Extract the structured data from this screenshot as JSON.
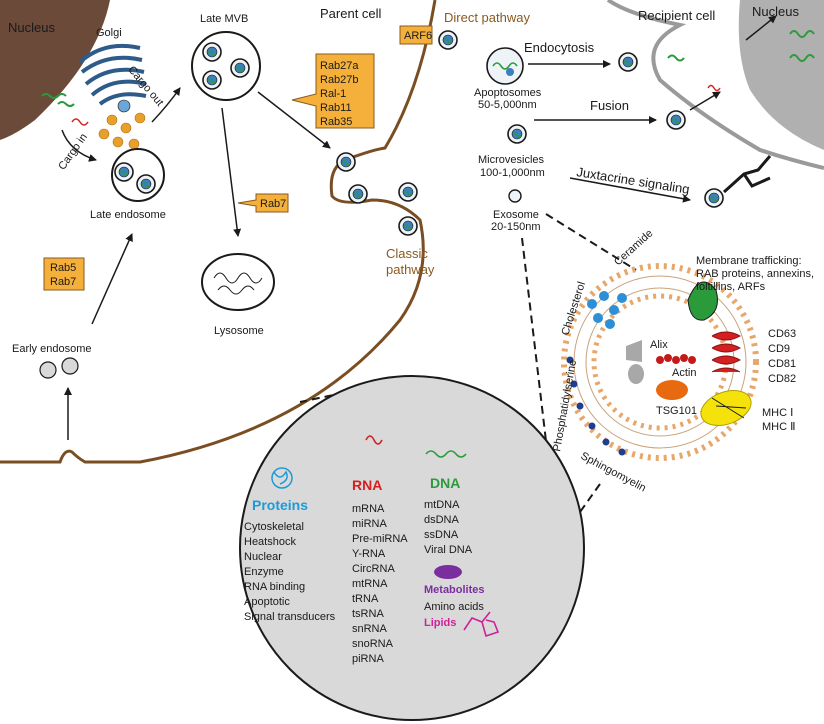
{
  "colors": {
    "nucleus_brown": "#6b4a3a",
    "membrane_brown": "#7a4e22",
    "rab_box_fill": "#f4b03a",
    "vesicle_blue": "#2d6fa8",
    "grey_cargo_circle": "#d9d9d9"
  },
  "labels": {
    "nucleus_left": "Nucleus",
    "golgi": "Golgi",
    "late_mvb": "Late MVB",
    "parent_cell": "Parent cell",
    "arf6": "ARF6",
    "direct_pathway": "Direct pathway",
    "recipient_cell": "Recipient cell",
    "nucleus_right": "Nucleus",
    "cargo_out": "Cargo out",
    "cargo_in": "Cargo in",
    "late_endosome": "Late endosome",
    "rab_mvb": [
      "Rab27a",
      "Rab27b",
      "Ral-1",
      "Rab11",
      "Rab35"
    ],
    "rab7_lys": "Rab7",
    "rab_early": [
      "Rab5",
      "Rab7"
    ],
    "lysosome": "Lysosome",
    "early_endosome": "Early endosome",
    "classic_pathway": [
      "Classic",
      "pathway"
    ],
    "apoptosomes": [
      "Apoptosomes",
      "50-5,000nm"
    ],
    "microvesicles": [
      "Microvesicles",
      "100-1,000nm"
    ],
    "exosome": [
      "Exosome",
      "20-150nm"
    ],
    "endocytosis": "Endocytosis",
    "fusion": "Fusion",
    "juxtacrine": "Juxtacrine signaling",
    "membrane_trafficking": [
      "Membrane trafficking:",
      "RAB proteins, annexins,",
      "foltillins, ARFs"
    ],
    "cholesterol": "Cholesterol",
    "ceramide": "Ceramide",
    "alix": "Alix",
    "actin": "Actin",
    "tsg101": "TSG101",
    "phosphatidylserine": "Phosphatidylserine",
    "sphingomyelin": "Sphingomyelin",
    "tetraspanins": [
      "CD63",
      "CD9",
      "CD81",
      "CD82"
    ],
    "mhc": [
      "MHC Ⅰ",
      "MHC Ⅱ"
    ]
  },
  "cargo": {
    "proteins": {
      "title": "Proteins",
      "items": [
        "Cytoskeletal",
        "Heatshock",
        "Nuclear",
        "Enzyme",
        "RNA binding",
        "Apoptotic",
        "Signal transducers"
      ]
    },
    "rna": {
      "title": "RNA",
      "items": [
        "mRNA",
        "miRNA",
        "Pre-miRNA",
        "Y-RNA",
        "CircRNA",
        "mtRNA",
        "tRNA",
        "tsRNA",
        "snRNA",
        "snoRNA",
        "piRNA"
      ]
    },
    "dna": {
      "title": "DNA",
      "items": [
        "mtDNA",
        "dsDNA",
        "ssDNA",
        "Viral DNA"
      ]
    },
    "metabolites": {
      "title": "Metabolites",
      "items": [
        "Amino acids"
      ]
    },
    "lipids": {
      "title": "Lipids"
    }
  }
}
